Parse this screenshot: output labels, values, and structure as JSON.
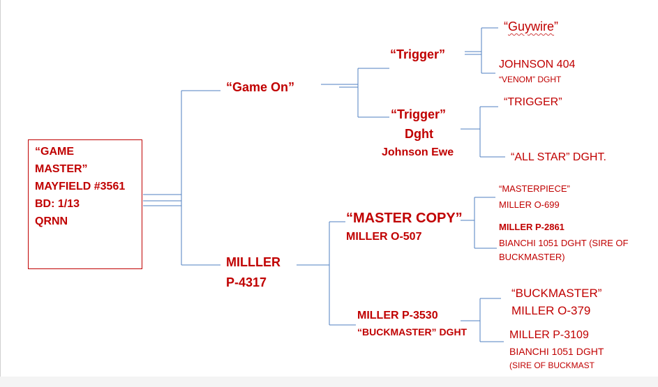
{
  "pedigree": {
    "subject": {
      "line1": "“GAME",
      "line2": "MASTER”",
      "line3": "MAYFIELD #3561",
      "line4": "BD:  1/13",
      "line5": "QRNN"
    },
    "sire": {
      "name": "“Game On”",
      "sire": {
        "name": "“Trigger”",
        "sire": "“Guywire”",
        "dam_line1": "JOHNSON 404",
        "dam_line2": "“VENOM” DGHT"
      },
      "dam": {
        "line1": "“Trigger”",
        "line2": "Dght",
        "line3": "Johnson Ewe",
        "sire": "“TRIGGER”",
        "dam": "“ALL STAR”  DGHT."
      }
    },
    "dam": {
      "line1": "MILLLER",
      "line2": "P-4317",
      "sire": {
        "line1": "“MASTER COPY”",
        "line2": "MILLER O-507",
        "sire_line1": "“MASTERPIECE”",
        "sire_line2": "MILLER O-699",
        "dam_line1": "MILLER P-2861",
        "dam_line2": "BIANCHI 1051 DGHT  (SIRE OF",
        "dam_line3": "BUCKMASTER)"
      },
      "dam": {
        "line1": "MILLER P-3530",
        "line2": "“BUCKMASTER” DGHT",
        "sire_line1": "“BUCKMASTER”",
        "sire_line2": "MILLER O-379",
        "dam_line1": "MILLER P-3109",
        "dam_line2": "BIANCHI 1051 DGHT",
        "dam_line3": "(SIRE OF BUCKMAST"
      }
    }
  },
  "colors": {
    "text": "#c00000",
    "connector": "#4f7fc0",
    "background": "#ffffff"
  }
}
